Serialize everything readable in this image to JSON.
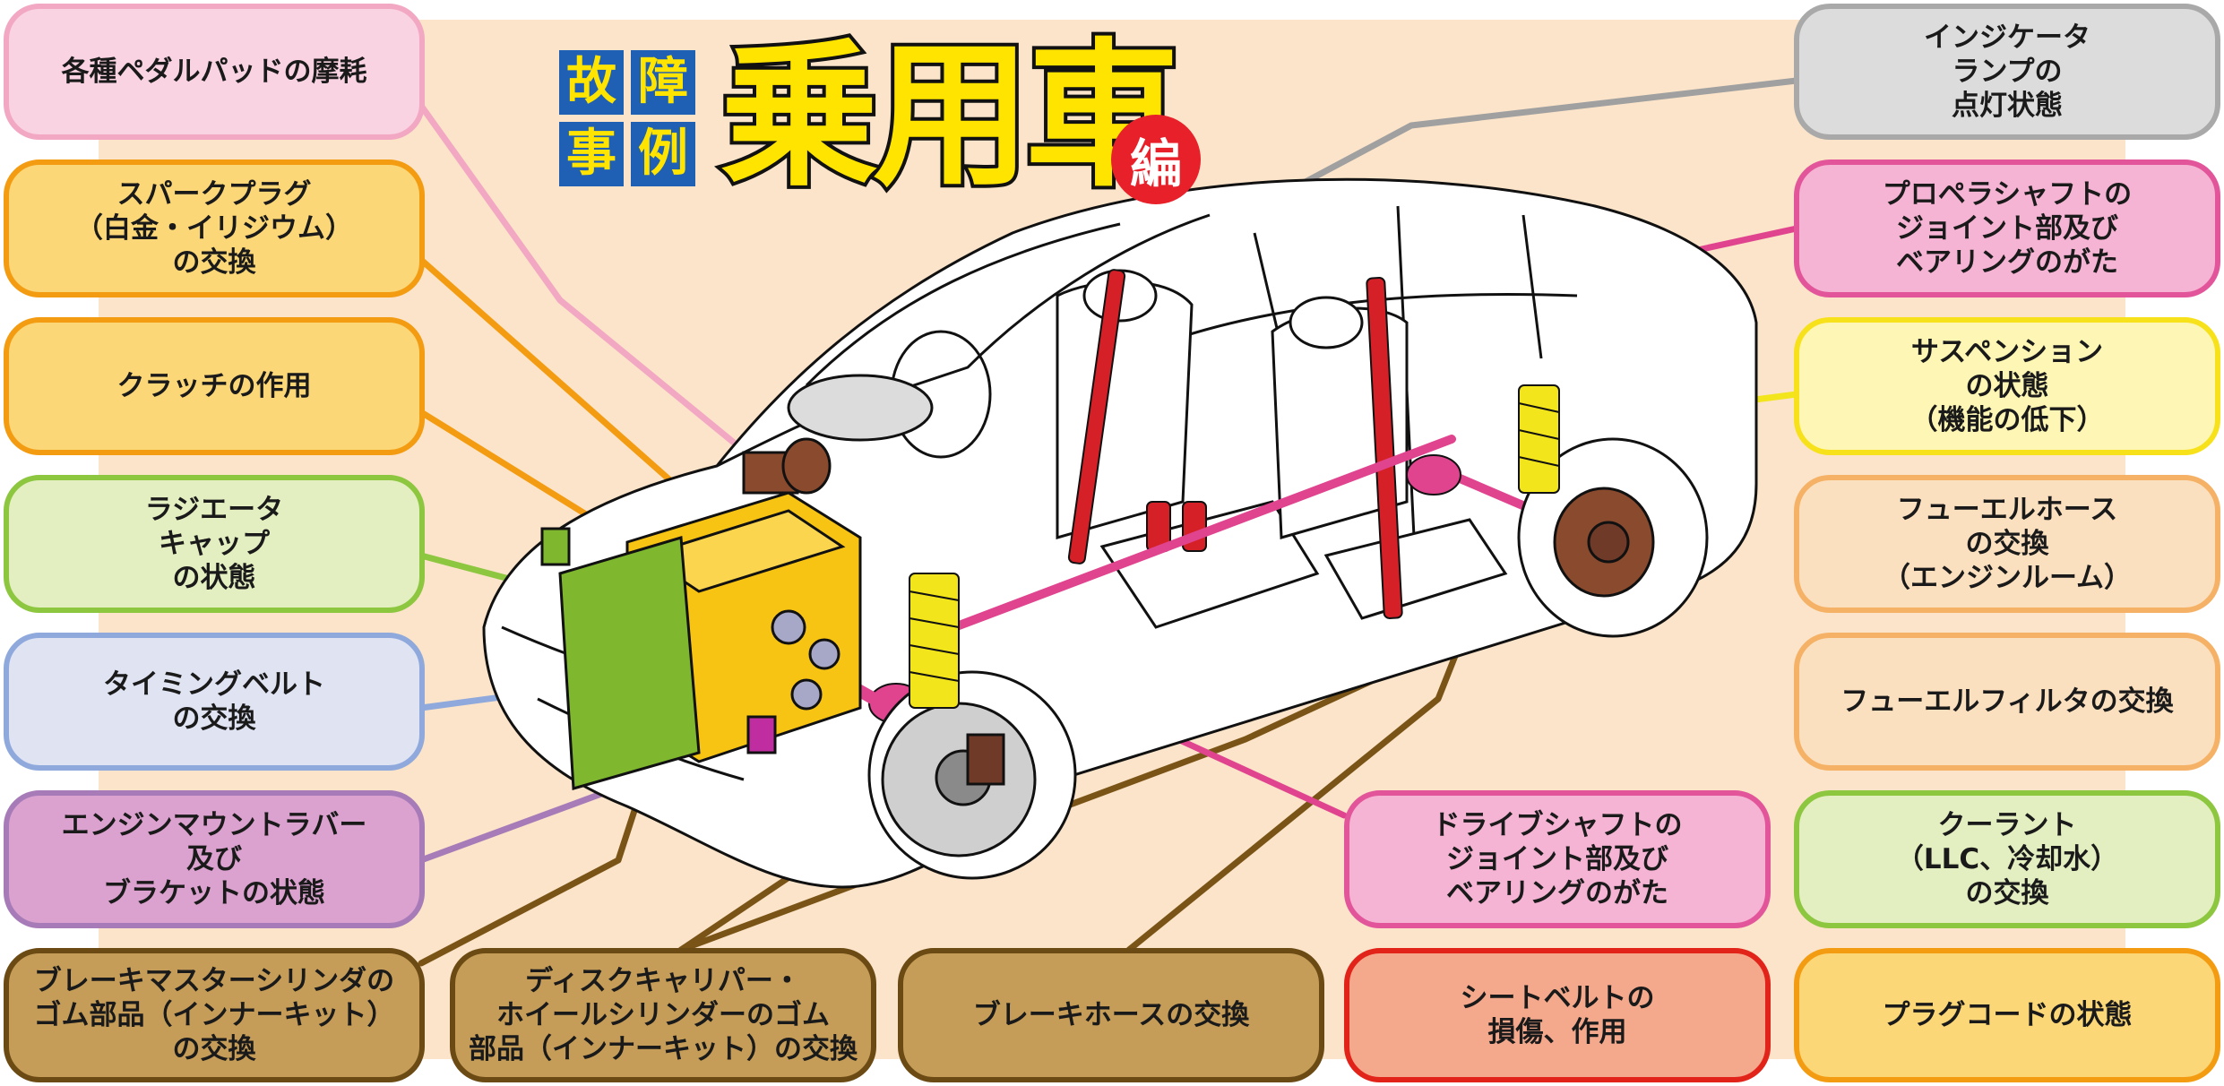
{
  "title": {
    "tag_chars": [
      "故",
      "障",
      "事",
      "例"
    ],
    "main": "乗用車",
    "badge": "編"
  },
  "callouts": {
    "pedal_pad": {
      "text": "各種ペダルパッドの摩耗",
      "border": "#f2a7c3",
      "fill": "#f9d3e2"
    },
    "spark_plug": {
      "text": "スパークプラグ\n（白金・イリジウム）\nの交換",
      "border": "#f39c12",
      "fill": "#fbd778"
    },
    "clutch": {
      "text": "クラッチの作用",
      "border": "#f39c12",
      "fill": "#fbd778"
    },
    "radiator_cap": {
      "text": "ラジエータ\nキャップ\nの状態",
      "border": "#8dc63f",
      "fill": "#e3eec1"
    },
    "timing_belt": {
      "text": "タイミングベルト\nの交換",
      "border": "#8fa9dc",
      "fill": "#dfe3f2"
    },
    "engine_mount": {
      "text": "エンジンマウントラバー\n及び\nブラケットの状態",
      "border": "#a77bb8",
      "fill": "#dba2cf"
    },
    "brake_master": {
      "text": "ブレーキマスターシリンダの\nゴム部品（インナーキット）\nの交換",
      "border": "#6b4a13",
      "fill": "#c59d58"
    },
    "disc_caliper": {
      "text": "ディスクキャリパー・\nホイールシリンダーのゴム\n部品（インナーキット）の交換",
      "border": "#6b4a13",
      "fill": "#c59d58"
    },
    "brake_hose": {
      "text": "ブレーキホースの交換",
      "border": "#6b4a13",
      "fill": "#c59d58"
    },
    "seat_belt": {
      "text": "シートベルトの\n損傷、作用",
      "border": "#e2231a",
      "fill": "#f4a98d"
    },
    "plug_cord": {
      "text": "プラグコードの状態",
      "border": "#f39c12",
      "fill": "#fbd778"
    },
    "coolant": {
      "text": "クーラント\n（LLC、冷却水）\nの交換",
      "border": "#8dc63f",
      "fill": "#e3eec1"
    },
    "fuel_filter": {
      "text": "フューエルフィルタの交換",
      "border": "#f5b266",
      "fill": "#fbe0c0"
    },
    "fuel_hose": {
      "text": "フューエルホース\nの交換\n（エンジンルーム）",
      "border": "#f5b266",
      "fill": "#fbe0c0"
    },
    "suspension": {
      "text": "サスペンション\nの状態\n（機能の低下）",
      "border": "#f7e11b",
      "fill": "#fdf6b4"
    },
    "propeller_shaft": {
      "text": "プロペラシャフトの\nジョイント部及び\nベアリングのがた",
      "border": "#e2559a",
      "fill": "#f5b4d4"
    },
    "indicator_lamp": {
      "text": "インジケータ\nランプの\n点灯状態",
      "border": "#a9a9a9",
      "fill": "#dcdcdc"
    },
    "drive_shaft": {
      "text": "ドライブシャフトの\nジョイント部及び\nベアリングのがた",
      "border": "#e2559a",
      "fill": "#f5b4d4"
    }
  },
  "colors": {
    "background": "#fbe4c9",
    "engine": "#f7c414",
    "radiator": "#7fb82e",
    "brake_line": "#7a5416",
    "drive_shaft": "#e0448f",
    "suspension_spring": "#f2e51b",
    "seat_belt": "#d62027",
    "indicator_line": "#a0a0a0"
  },
  "icons": {
    "car": "car-cutaway-illustration"
  }
}
